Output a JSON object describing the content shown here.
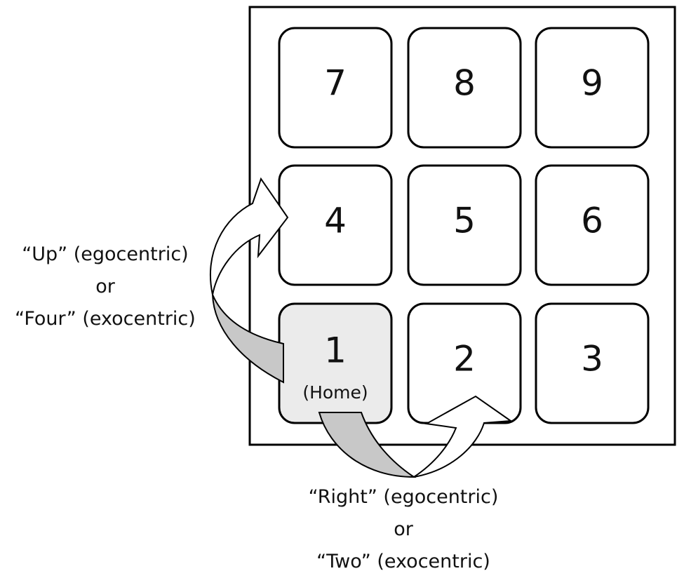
{
  "keypad": {
    "keys": [
      {
        "label": "7",
        "sub": ""
      },
      {
        "label": "8",
        "sub": ""
      },
      {
        "label": "9",
        "sub": ""
      },
      {
        "label": "4",
        "sub": ""
      },
      {
        "label": "5",
        "sub": ""
      },
      {
        "label": "6",
        "sub": ""
      },
      {
        "label": "1",
        "sub": "(Home)"
      },
      {
        "label": "2",
        "sub": ""
      },
      {
        "label": "3",
        "sub": ""
      }
    ],
    "home_key_fill": "#ebebeb",
    "key_fill": "#ffffff",
    "stroke_color": "#000000"
  },
  "annotations": {
    "up": {
      "line1": "“Up” (egocentric)",
      "line2": "or",
      "line3": "“Four” (exocentric)"
    },
    "right": {
      "line1": "“Right” (egocentric)",
      "line2": "or",
      "line3": "“Two” (exocentric)"
    }
  },
  "arrows": {
    "tail_fill": "#c8c8c8",
    "head_fill": "#ffffff"
  }
}
